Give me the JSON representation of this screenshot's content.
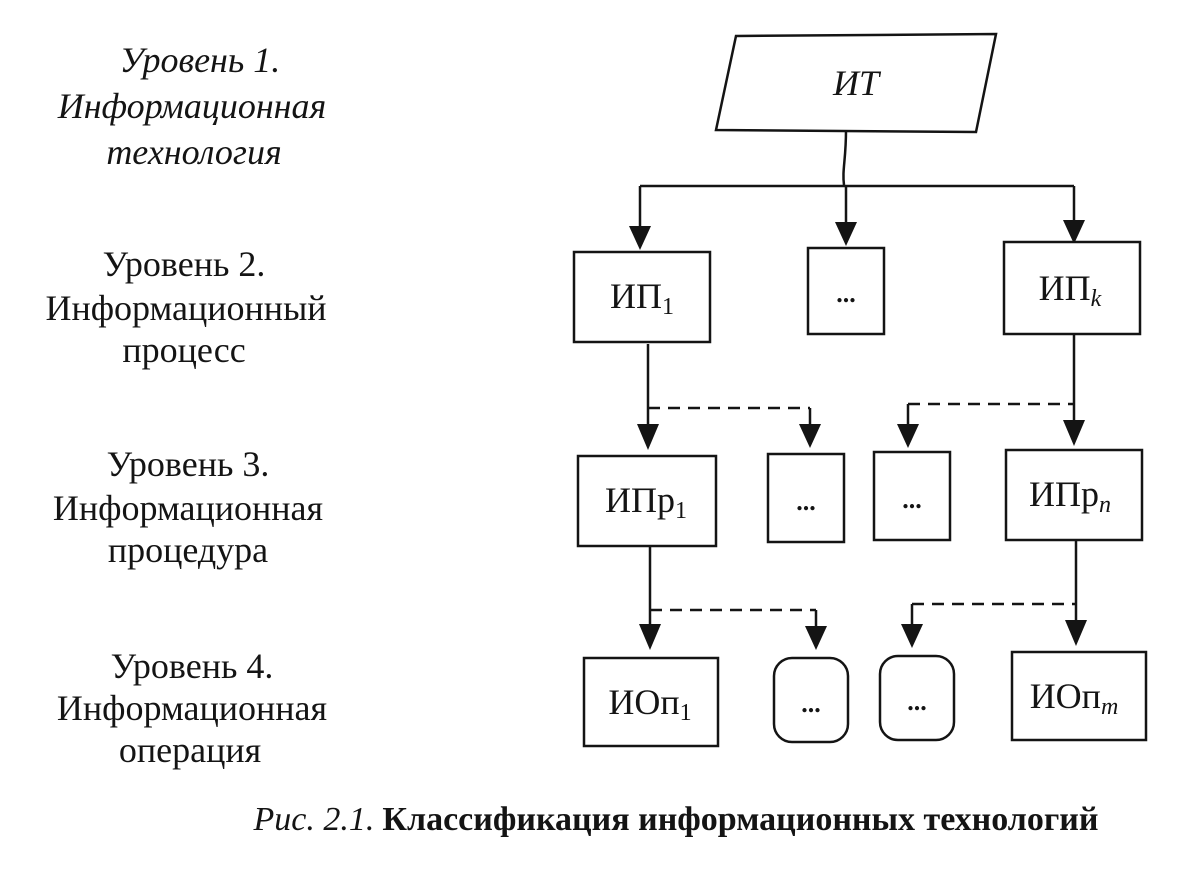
{
  "levels": [
    {
      "title": "Уровень 1.",
      "line2": "Информационная",
      "line3": "технология"
    },
    {
      "title": "Уровень 2.",
      "line2": "Информационный",
      "line3": "процесс"
    },
    {
      "title": "Уровень 3.",
      "line2": "Информационная",
      "line3": "процедура"
    },
    {
      "title": "Уровень 4.",
      "line2": "Информационная",
      "line3": "операция"
    }
  ],
  "nodes": {
    "it": "ИТ",
    "ip_first": {
      "base": "ИП",
      "sub": "1"
    },
    "ip_middle": "...",
    "ip_last": {
      "base": "ИП",
      "sub": "k"
    },
    "ipr_first": {
      "base": "ИПр",
      "sub": "1"
    },
    "ipr_middle_a": "...",
    "ipr_middle_b": "...",
    "ipr_last": {
      "base": "ИПр",
      "sub": "n"
    },
    "iop_first": {
      "base": "ИОп",
      "sub": "1"
    },
    "iop_middle_a": "...",
    "iop_middle_b": "...",
    "iop_last": {
      "base": "ИОп",
      "sub": "m"
    }
  },
  "caption": {
    "label": "Рис. 2.1.",
    "text": "Классификация информационных технологий"
  }
}
